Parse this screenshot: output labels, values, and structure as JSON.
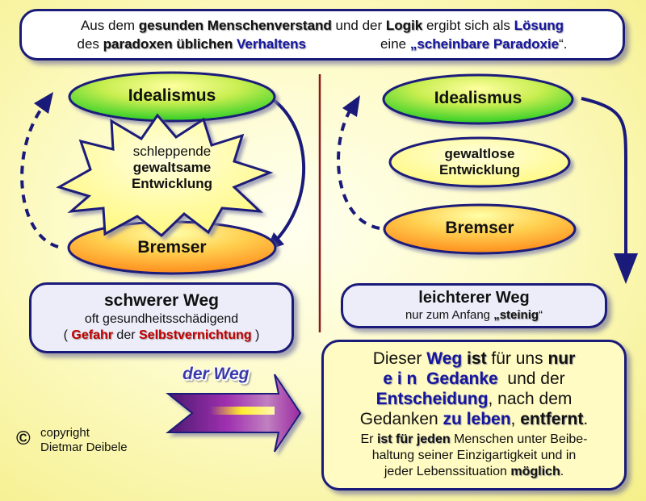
{
  "banner": {
    "l1_p1": "Aus dem ",
    "l1_p2": "gesunden Menschenverstand",
    "l1_p3": " und der ",
    "l1_p4": "Logik",
    "l1_p5": " ergibt sich als ",
    "l1_p6": "Lösung",
    "l2_p1": "des ",
    "l2_p2": "paradoxen üblichen",
    "l2_p3": " ",
    "l2_p4": "Verhaltens",
    "l2_p5": "eine ",
    "l2_p6": "„scheinbare Paradoxie",
    "l2_p7": "“."
  },
  "left": {
    "idealismus": "Idealismus",
    "star_l1": "schleppende",
    "star_l2": "gewaltsame",
    "star_l3": "Entwicklung",
    "bremser": "Bremser",
    "title": "schwerer Weg",
    "sub": "oft gesundheitsschädigend",
    "l3_p1": "( ",
    "l3_p2": "Gefahr",
    "l3_p3": " der ",
    "l3_p4": "Selbstvernichtung",
    "l3_p5": " )"
  },
  "right": {
    "idealismus": "Idealismus",
    "mid_l1": "gewaltlose",
    "mid_l2": "Entwicklung",
    "bremser": "Bremser",
    "title": "leichterer Weg",
    "sub_p1": "nur zum Anfang ",
    "sub_p2": "„steinig",
    "sub_p3": "“"
  },
  "arrow_label": "der Weg",
  "copyright": {
    "symbol": "©",
    "l1": "copyright",
    "l2": "Dietmar Deibele"
  },
  "conclusion": {
    "l1_p1": "Dieser ",
    "l1_p2": "Weg",
    "l1_p3": " ",
    "l1_p4": "ist",
    "l1_p5": " für uns ",
    "l1_p6": "nur",
    "l2_p1": "e i n",
    "l2_p2": "  ",
    "l2_p3": "Gedanke",
    "l2_p4": "  und der",
    "l3_p1": "Entscheidung",
    "l3_p2": ", nach dem",
    "l4_p1": "Gedanken ",
    "l4_p2": "zu leben",
    "l4_p3": ", ",
    "l4_p4": "entfernt",
    "l4_p5": ".",
    "l5_p1": "Er ",
    "l5_p2": "ist für jeden",
    "l5_p3": " Menschen unter Beibe-",
    "l6": "haltung seiner Einzigartigkeit und in",
    "l7_p1": "jeder Lebenssituation ",
    "l7_p2": "möglich",
    "l7_p3": "."
  },
  "colors": {
    "frame": "#1a1a7a",
    "highlight_blue": "#1515a0",
    "highlight_red": "#c00000",
    "ellipse_green": "#33dd22",
    "ellipse_orange": "#ff9a22",
    "star_yellow": "#fffb9a"
  }
}
